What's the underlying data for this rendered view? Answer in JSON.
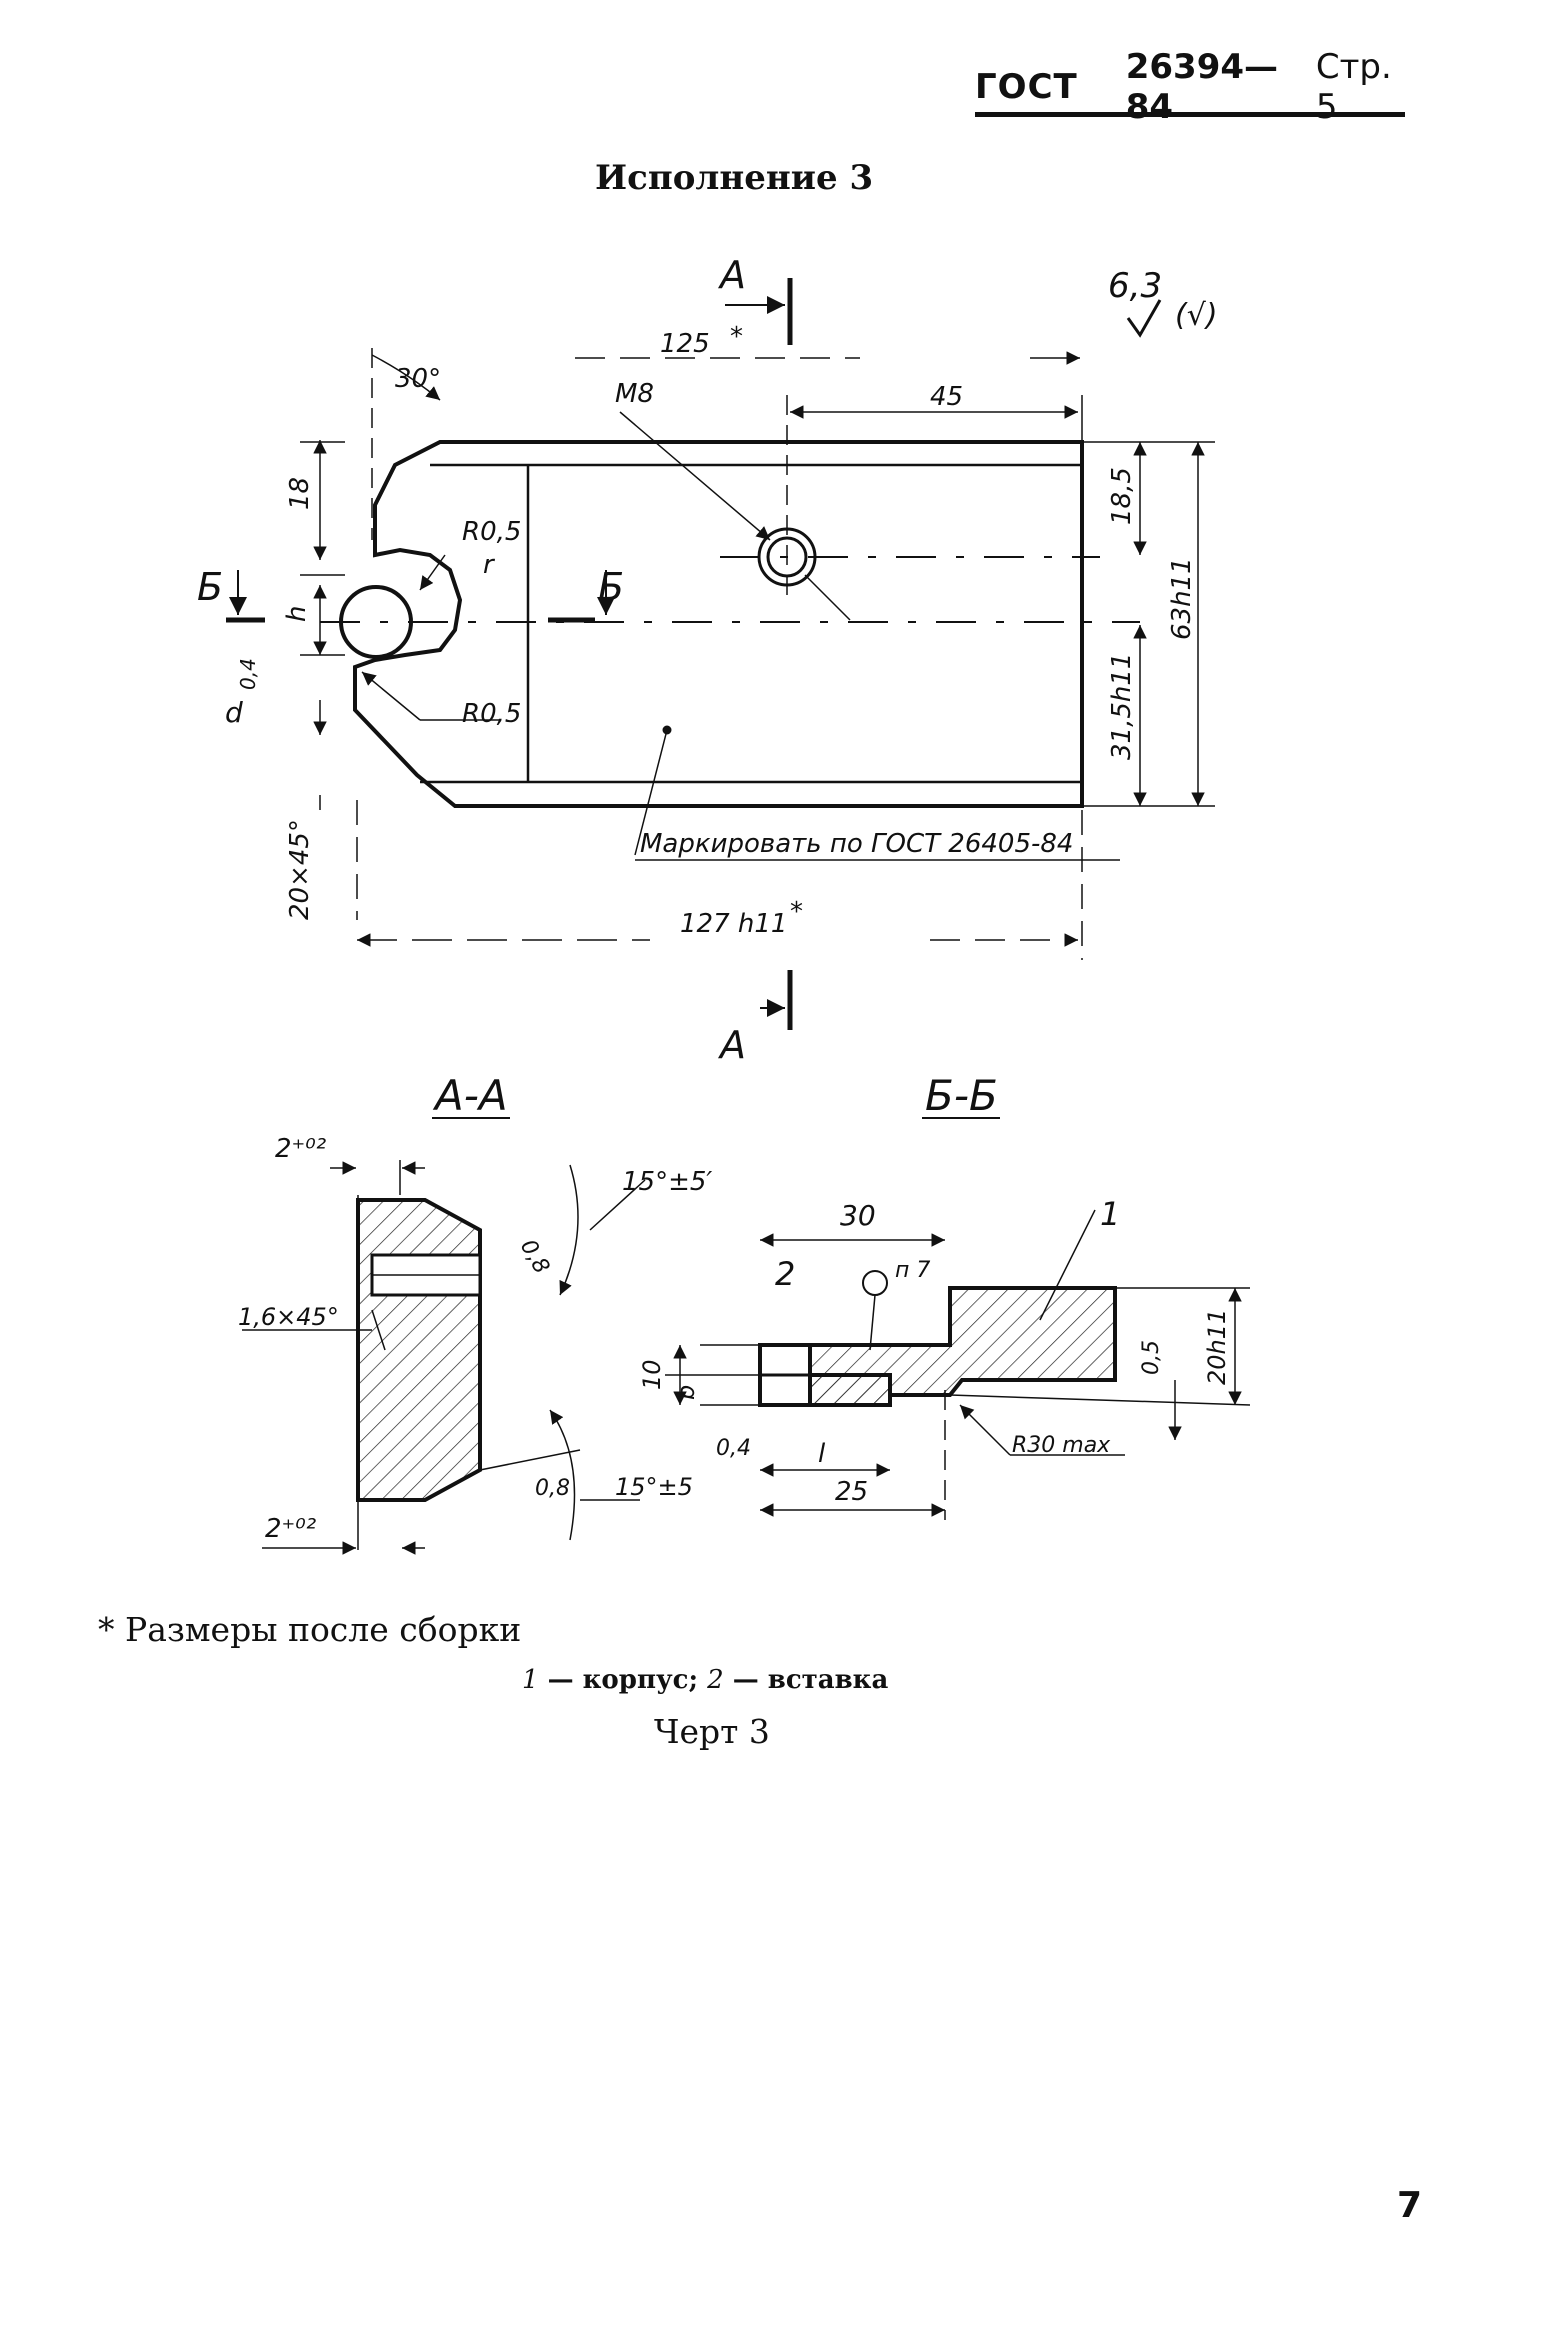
{
  "header": {
    "standard": "ГОСТ",
    "number": "26394—84",
    "page_label": "Стр. 5"
  },
  "heading": "Исполнение 3",
  "main_view": {
    "section_a": "А",
    "section_b": "Б",
    "roughness": "6,3",
    "roughness_other": "(√)",
    "dims": {
      "d125": "125",
      "d30deg": "30°",
      "m8": "М8",
      "d45": "45",
      "d18": "18",
      "r05_top": "R0,5",
      "r": "r",
      "h": "h",
      "d_lbl": "d",
      "rough04": "0,4",
      "r05_bottom": "R0,5",
      "d185": "18,5",
      "d63": "63h11",
      "d315": "31,5h11",
      "chamfer": "20×45°",
      "d127": "127 h11",
      "asterisk": "*"
    },
    "marking": "Маркировать по ГОСТ 26405-84"
  },
  "section_aa": {
    "title": "А-А",
    "top_tol": "2⁺⁰²",
    "angle_top": "15°±5′",
    "rough08_top": "0,8",
    "chamfer": "1,6×45°",
    "rough08_bot": "0,8",
    "angle_bot": "15°±5",
    "bottom_tol": "2⁺⁰²"
  },
  "section_bb": {
    "title": "Б-Б",
    "d30": "30",
    "label1": "1",
    "label2": "2",
    "n7": "п 7",
    "d10": "10",
    "b": "b",
    "rough04": "0,4",
    "l": "l",
    "d25": "25",
    "d05": "0,5",
    "d20": "20h11",
    "r30": "R30 max"
  },
  "footnote": "* Размеры после сборки",
  "legend": {
    "item1_num": "1",
    "item1_text": " — корпус; ",
    "item2_num": "2",
    "item2_text": " — вставка"
  },
  "caption": "Черт 3",
  "page_number": "7"
}
